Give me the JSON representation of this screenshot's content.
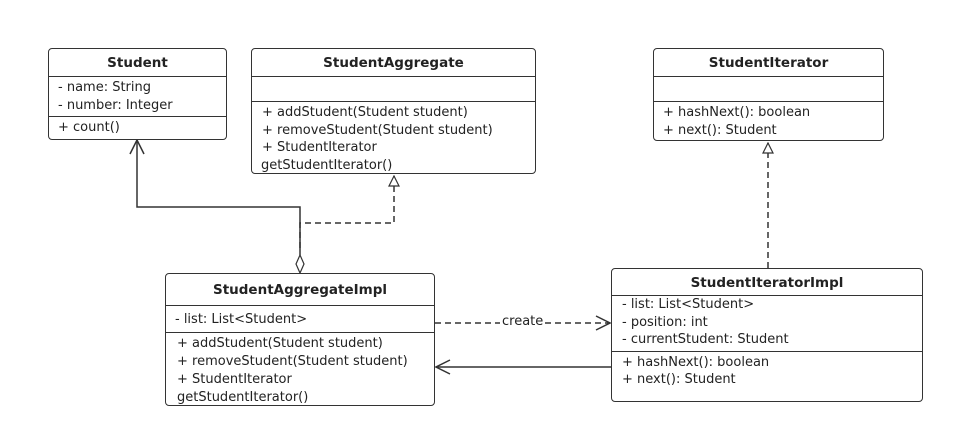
{
  "classes": {
    "student": {
      "name": "Student",
      "attributes": [
        "- name: String",
        "- number: Integer"
      ],
      "operations": [
        "+ count()"
      ]
    },
    "student_aggregate": {
      "name": "StudentAggregate",
      "attributes": [],
      "operations": [
        "+ addStudent(Student student)",
        "+ removeStudent(Student student)",
        "+ StudentIterator",
        "getStudentIterator()"
      ]
    },
    "student_iterator": {
      "name": "StudentIterator",
      "attributes": [],
      "operations": [
        "+ hashNext(): boolean",
        "+ next(): Student"
      ]
    },
    "student_aggregate_impl": {
      "name": "StudentAggregateImpl",
      "attributes": [
        "- list: List<Student>"
      ],
      "operations": [
        "+ addStudent(Student student)",
        "+ removeStudent(Student student)",
        "+ StudentIterator",
        "getStudentIterator()"
      ]
    },
    "student_iterator_impl": {
      "name": "StudentIteratorImpl",
      "attributes": [
        "- list: List<Student>",
        "- position: int",
        "- currentStudent: Student"
      ],
      "operations": [
        "+ hashNext(): boolean",
        "+ next(): Student"
      ]
    }
  },
  "relations": {
    "create_label": "create"
  },
  "colors": {
    "line": "#333333",
    "background": "#ffffff"
  }
}
